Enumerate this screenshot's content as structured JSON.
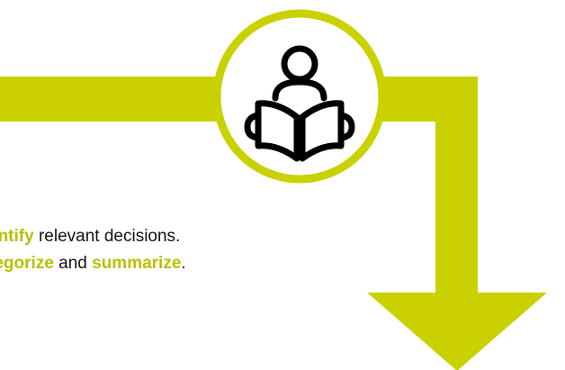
{
  "colors": {
    "accent": "#c9d200",
    "text": "#111111",
    "highlight_text": "#b8c000",
    "icon_stroke": "#000000",
    "background": "#ffffff"
  },
  "icon": {
    "name": "reader-icon"
  },
  "text": {
    "line1": {
      "highlight": "entify",
      "rest": " relevant decisions."
    },
    "line2": {
      "highlight1": "tegorize",
      "middle": " and ",
      "highlight2": "summarize",
      "end": "."
    }
  }
}
